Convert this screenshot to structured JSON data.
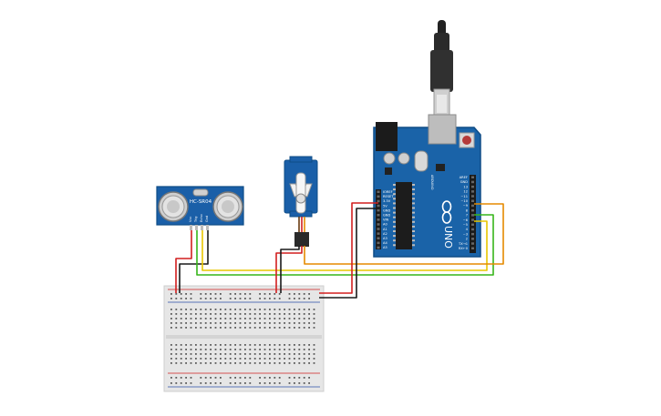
{
  "components": {
    "ultrasonic_sensor": {
      "model": "HC-SR04",
      "pin_labels": [
        "Vcc",
        "Trig",
        "Echo",
        "Gnd"
      ]
    },
    "servo": {
      "name": "servo-motor"
    },
    "arduino": {
      "board_name": "UNO",
      "brand": "ARDUINO",
      "left_header_labels": [
        "IOREF",
        "RESET",
        "3.3V",
        "5V",
        "GND",
        "GND",
        "VIN",
        "A0",
        "A1",
        "A2",
        "A3",
        "A4",
        "A5"
      ],
      "right_header_labels": [
        "AREF",
        "GND",
        "13",
        "12",
        "~11",
        "~10",
        "~9",
        "8",
        "7",
        "~6",
        "~5",
        "4",
        "~3",
        "2",
        "TX→1",
        "RX←0"
      ]
    },
    "breadboard": {
      "name": "breadboard"
    },
    "usb_cable": {
      "name": "usb-cable"
    }
  },
  "colors": {
    "pcb": "#1a63a8",
    "pcb_dark": "#0f4c86",
    "breadboard": "#e6e6e6",
    "wire_red": "#d21f1f",
    "wire_black": "#1a1a1a",
    "wire_orange": "#e58a00",
    "wire_yellow": "#e8c600",
    "wire_green": "#37b51a",
    "wire_brown": "#b5651d"
  }
}
